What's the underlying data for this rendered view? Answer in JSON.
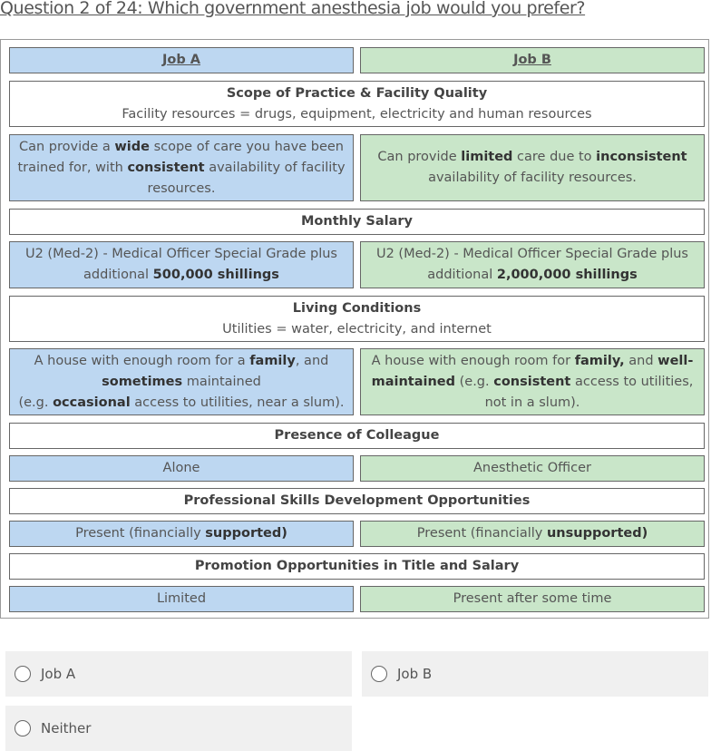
{
  "question": {
    "title": "Question 2 of 24: Which government anesthesia job would you prefer?"
  },
  "table": {
    "job_a_header": "Job A",
    "job_b_header": "Job B",
    "scope": {
      "title": "Scope of Practice & Facility Quality",
      "subtitle": "Facility resources = drugs, equipment, electricity and human resources",
      "a": [
        "Can provide a ",
        "wide",
        " scope of care you have been trained for, with ",
        "consistent",
        " availability of facility resources."
      ],
      "b": [
        "Can provide ",
        "limited",
        " care due to ",
        "inconsistent",
        " availability of facility resources."
      ]
    },
    "salary": {
      "title": "Monthly Salary",
      "a": [
        "U2 (Med-2) - Medical Officer Special Grade plus additional ",
        "500,000 shillings"
      ],
      "b": [
        "U2 (Med-2) - Medical Officer Special Grade plus additional ",
        "2,000,000 shillings"
      ]
    },
    "living": {
      "title": "Living Conditions",
      "subtitle": "Utilities = water, electricity, and internet",
      "a": [
        "A house with enough room for a ",
        "family",
        ", and ",
        "sometimes",
        " maintained",
        "(e.g. ",
        "occasional",
        " access to utilities, near a slum)."
      ],
      "b": [
        "A house with enough room for ",
        "family,",
        " and ",
        "well-maintained",
        " (e.g. ",
        "consistent",
        " access to utilities, not in a slum)."
      ]
    },
    "colleague": {
      "title": "Presence of Colleague",
      "a": "Alone",
      "b": "Anesthetic Officer"
    },
    "skills": {
      "title": "Professional Skills Development Opportunities",
      "a": [
        "Present (financially ",
        "supported)"
      ],
      "b": [
        "Present (financially ",
        "unsupported)"
      ]
    },
    "promotion": {
      "title": "Promotion Opportunities in Title and Salary",
      "a": "Limited",
      "b": "Present after some time"
    }
  },
  "options": [
    {
      "label": "Job A"
    },
    {
      "label": "Job B"
    },
    {
      "label": "Neither"
    }
  ]
}
